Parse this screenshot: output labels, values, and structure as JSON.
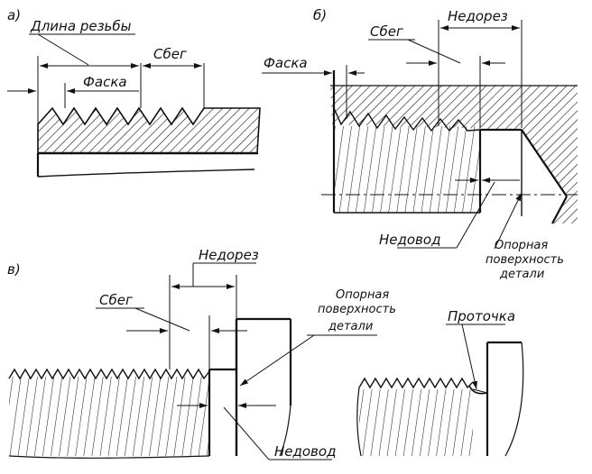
{
  "panels": {
    "a": {
      "tag": "а)",
      "thread_length": "Длина  резьбы",
      "runout": "Сбег",
      "chamfer": "Фаска"
    },
    "b": {
      "tag": "б)",
      "undercut": "Недорез",
      "runout": "Сбег",
      "chamfer": "Фаска",
      "incomplete_thread": "Недовод",
      "support_surface_1": "Опорная",
      "support_surface_2": "поверхность",
      "support_surface_3": "детали"
    },
    "c": {
      "tag": "в)",
      "undercut": "Недорез",
      "runout": "Сбег",
      "support_surface_1": "Опорная",
      "support_surface_2": "поверхность",
      "support_surface_3": "детали",
      "incomplete_thread": "Недовод",
      "groove": "Проточка"
    }
  }
}
